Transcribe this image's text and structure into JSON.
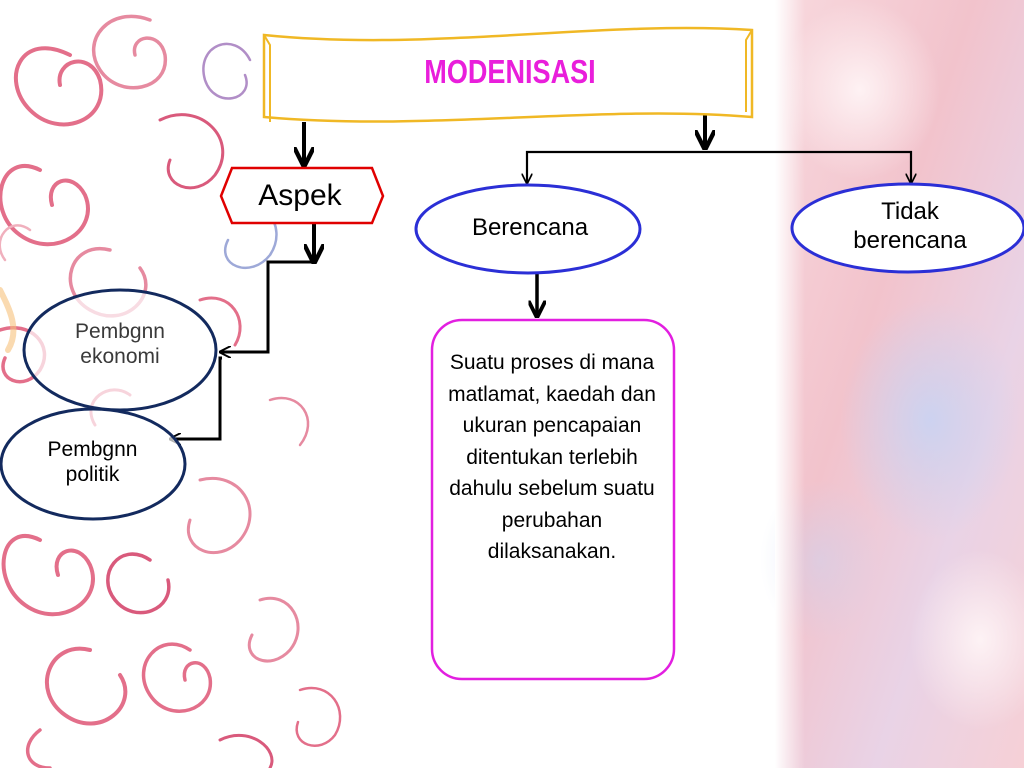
{
  "diagram": {
    "title": "MODENISASI",
    "aspek": "Aspek",
    "berencana": "Berencana",
    "tidak_berencana": "Tidak\nberencana",
    "pembgnn_ekonomi": "Pembgnn\nekonomi",
    "pembgnn_politik": "Pembgnn\npolitik",
    "definition": "Suatu proses di mana matlamat, kaedah dan ukuran pencapaian ditentukan terlebih dahulu sebelum suatu perubahan dilaksanakan."
  },
  "colors": {
    "title": "#e91edb",
    "banner_border": "#f0b825",
    "aspek_border": "#e00000",
    "ellipse_blue": "#2b2fd6",
    "ellipse_navy": "#132a5e",
    "definition_border": "#e21fe0",
    "connector": "#000000",
    "swirl": "#e36f8a",
    "bg_pink": "#f4c6cf"
  }
}
